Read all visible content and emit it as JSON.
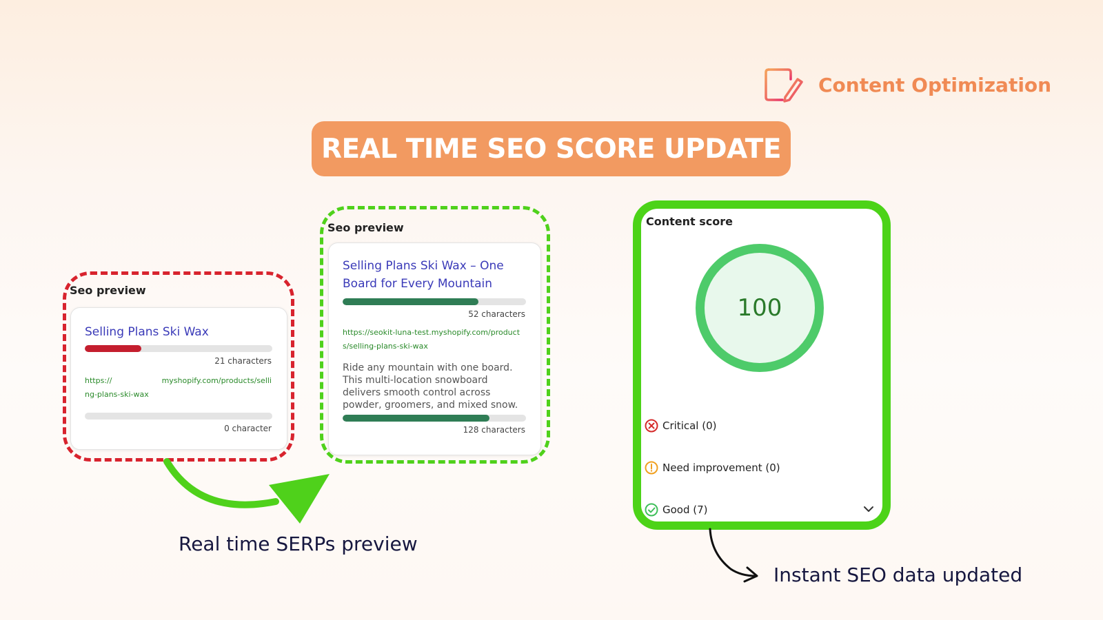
{
  "brand": {
    "label": "Content Optimization",
    "color": "#f08a54",
    "icon": "document-edit-icon"
  },
  "headline": {
    "text": "REAL TIME SEO SCORE UPDATE",
    "background": "#f29a61"
  },
  "before_preview": {
    "heading": "Seo preview",
    "title": "Selling Plans Ski Wax",
    "title_bar": {
      "fraction": 0.3,
      "color": "#c41e2e"
    },
    "title_count": "21 characters",
    "url_line1_left": "https://",
    "url_line1_right": "myshopify.com/products/selli",
    "url_line2": "ng-plans-ski-wax",
    "desc_bar": {
      "fraction": 0
    },
    "desc_count": "0 character",
    "frame_color": "#d8232e"
  },
  "after_preview": {
    "heading": "Seo preview",
    "title": "Selling Plans Ski Wax – One Board for Every Mountain",
    "title_bar": {
      "fraction": 0.74,
      "color": "#2f7d55"
    },
    "title_count": "52 characters",
    "url": "https://seokit-luna-test.myshopify.com/products/selling-plans-ski-wax",
    "description": "Ride any mountain with one board. This multi-location snowboard delivers smooth control across powder, groomers, and mixed snow.",
    "desc_bar": {
      "fraction": 0.8,
      "color": "#2f7d55"
    },
    "desc_count": "128 characters",
    "frame_color": "#4fd11b"
  },
  "content_score": {
    "heading": "Content score",
    "score": "100",
    "critical": "Critical (0)",
    "need_improvement": "Need improvement (0)",
    "good": "Good (7)",
    "frame_color": "#4cd318",
    "ring_color": "#4ecb6a"
  },
  "captions": {
    "serps": "Real time SERPs preview",
    "instant": "Instant SEO data updated"
  }
}
